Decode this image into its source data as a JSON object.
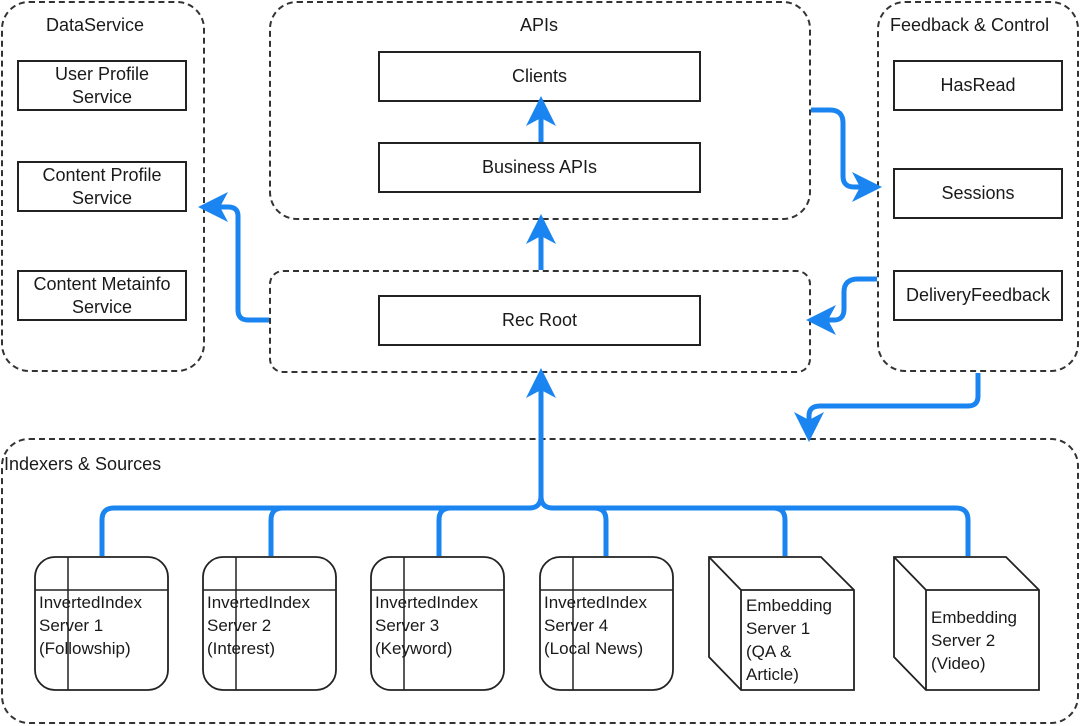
{
  "accent_color": "#1a85f0",
  "groups": {
    "dataservice": {
      "title": "DataService",
      "items": [
        "User Profile\nService",
        "Content Profile\nService",
        "Content Metainfo\nService"
      ]
    },
    "apis": {
      "title": "APIs",
      "items": [
        "Clients",
        "Business APIs"
      ]
    },
    "recroot": {
      "items": [
        "Rec Root"
      ]
    },
    "feedback": {
      "title": "Feedback & Control",
      "items": [
        "HasRead",
        "Sessions",
        "DeliveryFeedback"
      ]
    },
    "indexers": {
      "title": "Indexers & Sources",
      "nodes": [
        {
          "type": "inverted-index",
          "label": "InvertedIndex\nServer 1\n(Followship)"
        },
        {
          "type": "inverted-index",
          "label": "InvertedIndex\nServer 2\n(Interest)"
        },
        {
          "type": "inverted-index",
          "label": "InvertedIndex\nServer 3\n(Keyword)"
        },
        {
          "type": "inverted-index",
          "label": "InvertedIndex\nServer 4\n(Local News)"
        },
        {
          "type": "embedding",
          "label": "Embedding\nServer 1\n(QA &\nArticle)"
        },
        {
          "type": "embedding",
          "label": "Embedding\nServer 2\n(Video)"
        }
      ]
    }
  }
}
